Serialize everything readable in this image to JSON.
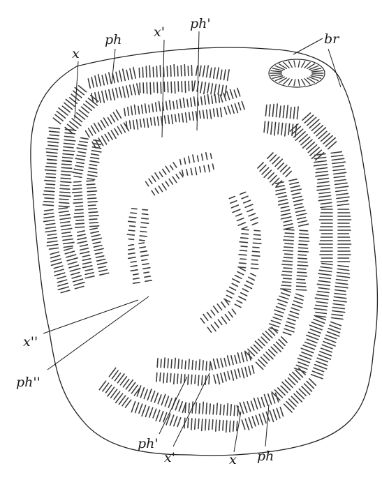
{
  "figure": {
    "labels": {
      "x_top": "x",
      "ph_top": "ph",
      "x_prime_top": "x'",
      "ph_prime_top": "ph'",
      "br": "br",
      "x_double_prime": "x''",
      "ph_double_prime": "ph''",
      "ph_prime_bottom": "ph'",
      "x_prime_bottom": "x'",
      "x_bottom": "x",
      "ph_bottom": "ph"
    },
    "colors": {
      "ink": "#1a1a1a",
      "hatch": "#3a3a3a",
      "paper": "#ffffff"
    }
  }
}
